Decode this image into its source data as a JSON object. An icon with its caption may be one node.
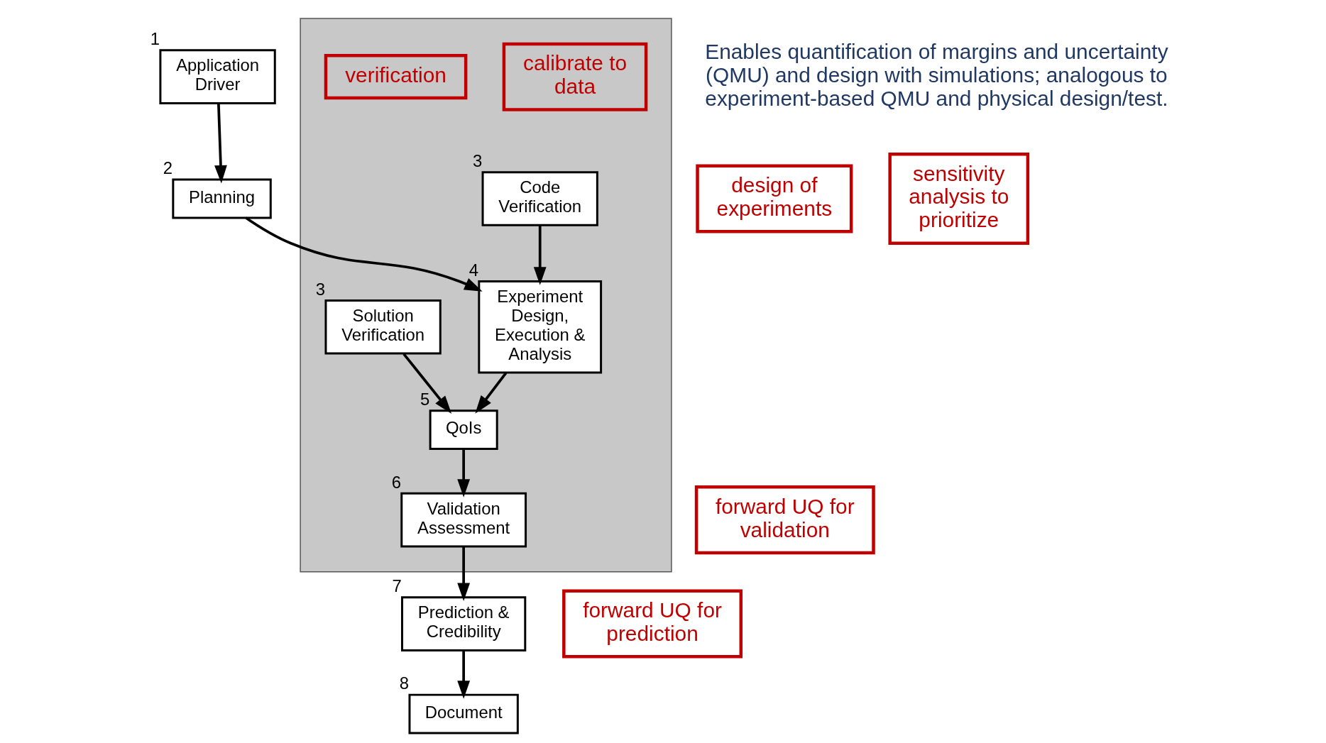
{
  "diagram": {
    "nodes": [
      {
        "text": [
          "Application Driver"
        ],
        "beside": [
          "1"
        ]
      },
      {
        "text": [
          "Planning"
        ],
        "beside": [
          "2"
        ]
      },
      {
        "text": [
          "design of experiments"
        ]
      },
      {
        "text": [
          "sensitivity analysis to prioritize"
        ]
      },
      {
        "text": [],
        "shape": "box"
      },
      {
        "text": [
          "Experiment Design, Execution & Analysis"
        ],
        "in": 4,
        "beside": [
          "4"
        ]
      },
      {
        "text": [
          "calibrate to data"
        ],
        "in": 4
      },
      {
        "text": [
          "Code Verification"
        ],
        "in": 4,
        "beside": [
          "3"
        ]
      },
      {
        "text": [
          "QoIs"
        ],
        "in": 4,
        "beside": [
          "5"
        ]
      },
      {
        "text": [
          "forward UQ for validation"
        ]
      },
      {
        "text": [
          "Validation Assessment"
        ],
        "in": 4,
        "beside": [
          "6"
        ]
      },
      {
        "text": [
          "Solution Verification"
        ],
        "in": 4,
        "beside": [
          "3"
        ]
      },
      {
        "text": [
          "verification"
        ],
        "in": 4
      },
      {
        "text": [
          "forward UQ for prediction"
        ]
      },
      {
        "text": [
          "Prediction & Credibility"
        ],
        "beside": [
          "7"
        ]
      },
      {
        "text": [
          "Document"
        ],
        "beside": [
          "8"
        ]
      }
    ],
    "edges": [
      {
        "from": 0,
        "to": 1,
        "arrow": "to"
      },
      {
        "from": 1,
        "to": 5,
        "arrow": "to"
      },
      {
        "from": 7,
        "to": 5,
        "arrow": "to"
      },
      {
        "from": 5,
        "to": 8,
        "arrow": "to"
      },
      {
        "from": 11,
        "to": 8,
        "arrow": "to"
      },
      {
        "from": 8,
        "to": 10,
        "arrow": "to"
      },
      {
        "from": 10,
        "to": 14,
        "arrow": "to"
      },
      {
        "from": 14,
        "to": 15,
        "arrow": "to"
      }
    ],
    "labels": [
      "Enables quantification of margins and uncertainty (QMU) and design with simulations; analogous to experiment-based QMU and physical design/test."
    ]
  }
}
